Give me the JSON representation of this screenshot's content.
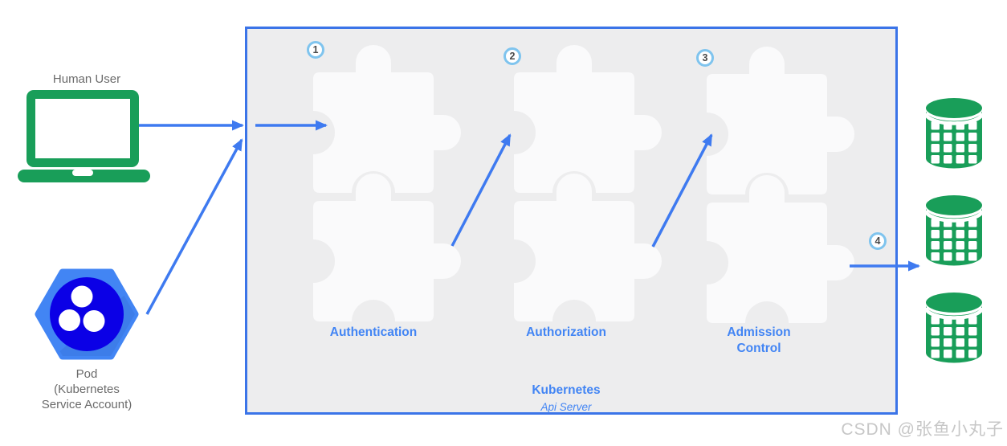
{
  "actors": {
    "human_user": {
      "label": "Human User"
    },
    "pod": {
      "label": "Pod",
      "sublabel": "(Kubernetes Service Account)"
    }
  },
  "api_server": {
    "title": "Kubernetes",
    "subtitle": "Api Server",
    "steps": [
      {
        "number": "1",
        "label": "Authentication"
      },
      {
        "number": "2",
        "label": "Authorization"
      },
      {
        "number": "3",
        "label": "Admission Control"
      },
      {
        "number": "4",
        "label": ""
      }
    ]
  },
  "storage": {
    "icon": "database-icon",
    "icon_count": 3
  },
  "watermark": {
    "text": "CSDN @张鱼小丸子"
  },
  "colors": {
    "arrow_blue": "#3E7AF0",
    "box_border_blue": "#3B74E8",
    "box_bg": "#EDEDEE",
    "label_blue": "#4285F4",
    "green": "#199E59",
    "pod_hex": "#4285F4",
    "pod_core": "#0B00E6",
    "badge_ring": "#7FC4EE",
    "text_gray": "#6B6B6B",
    "puzzle_fill": "#FAFAFB"
  }
}
